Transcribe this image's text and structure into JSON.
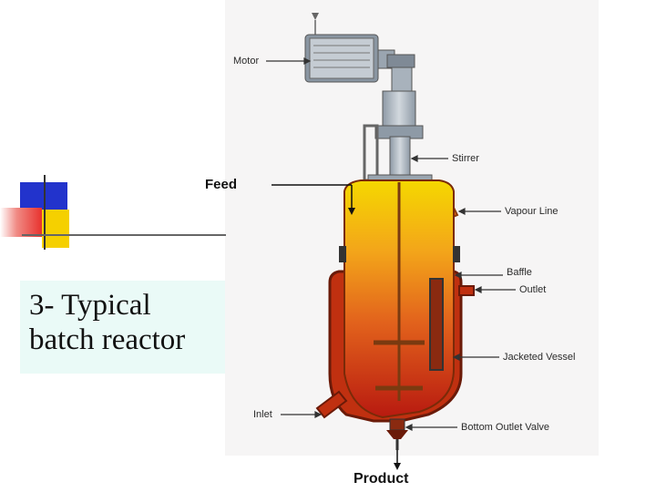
{
  "slide": {
    "title_lines": [
      "3- Typical",
      "batch reactor"
    ]
  },
  "labels": {
    "motor": "Motor",
    "stirrer": "Stirrer",
    "feed": "Feed",
    "vapour_line": "Vapour Line",
    "baffle": "Baffle",
    "outlet": "Outlet",
    "jacketed_vessel": "Jacketed Vessel",
    "inlet": "Inlet",
    "bottom_outlet_valve": "Bottom Outlet Valve",
    "product": "Product"
  },
  "colors": {
    "accent_blue": "#2233cc",
    "accent_yellow": "#f5d000",
    "accent_red": "#e8322e",
    "title_box_bg": "#eafaf7",
    "fluid_top": "#f5d800",
    "fluid_bottom": "#b81a10",
    "line_color": "#222222"
  }
}
